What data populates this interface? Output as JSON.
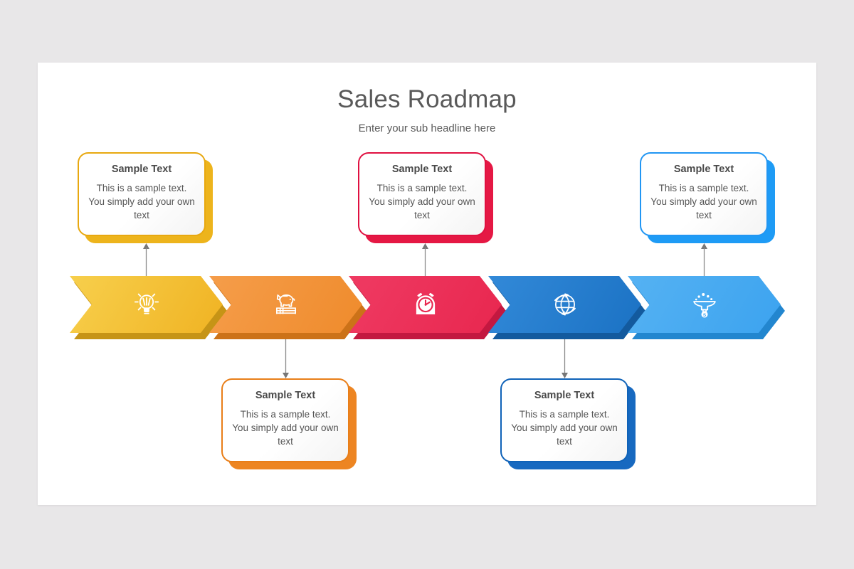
{
  "slide": {
    "title": "Sales Roadmap",
    "subtitle": "Enter your sub headline here",
    "background_color": "#e8e7e8",
    "surface_color": "#ffffff"
  },
  "steps": [
    {
      "icon": "lightbulb-icon",
      "color": "#f0b323",
      "color_light": "#f7cf4c",
      "color_dark": "#c69416",
      "card": {
        "position": "above",
        "title": "Sample Text",
        "body": "This is a sample text. You simply add your own text",
        "border_color": "#e8a80f",
        "shadow_color": "#edb41c"
      }
    },
    {
      "icon": "piggy-bank-books-icon",
      "color": "#ef8b2c",
      "color_light": "#f59d4a",
      "color_dark": "#cc7218",
      "card": {
        "position": "below",
        "title": "Sample Text",
        "body": "This is a sample text. You simply add your own text",
        "border_color": "#e97e18",
        "shadow_color": "#ed8522"
      }
    },
    {
      "icon": "alarm-clock-icon",
      "color": "#e8274f",
      "color_light": "#ef3a62",
      "color_dark": "#c31840",
      "card": {
        "position": "above",
        "title": "Sample Text",
        "body": "This is a sample text. You simply add your own text",
        "border_color": "#e01040",
        "shadow_color": "#e51844"
      }
    },
    {
      "icon": "globe-arrows-icon",
      "color": "#1b72c4",
      "color_light": "#3289d8",
      "color_dark": "#135a9e",
      "card": {
        "position": "below",
        "title": "Sample Text",
        "body": "This is a sample text. You simply add your own text",
        "border_color": "#0f62b8",
        "shadow_color": "#1769c0"
      }
    },
    {
      "icon": "sales-funnel-icon",
      "color": "#3ca3ef",
      "color_light": "#55b2f3",
      "color_dark": "#2286cf",
      "card": {
        "position": "above",
        "title": "Sample Text",
        "body": "This is a sample text. You simply add your own text",
        "border_color": "#2196f3",
        "shadow_color": "#1e9bf5"
      }
    }
  ]
}
